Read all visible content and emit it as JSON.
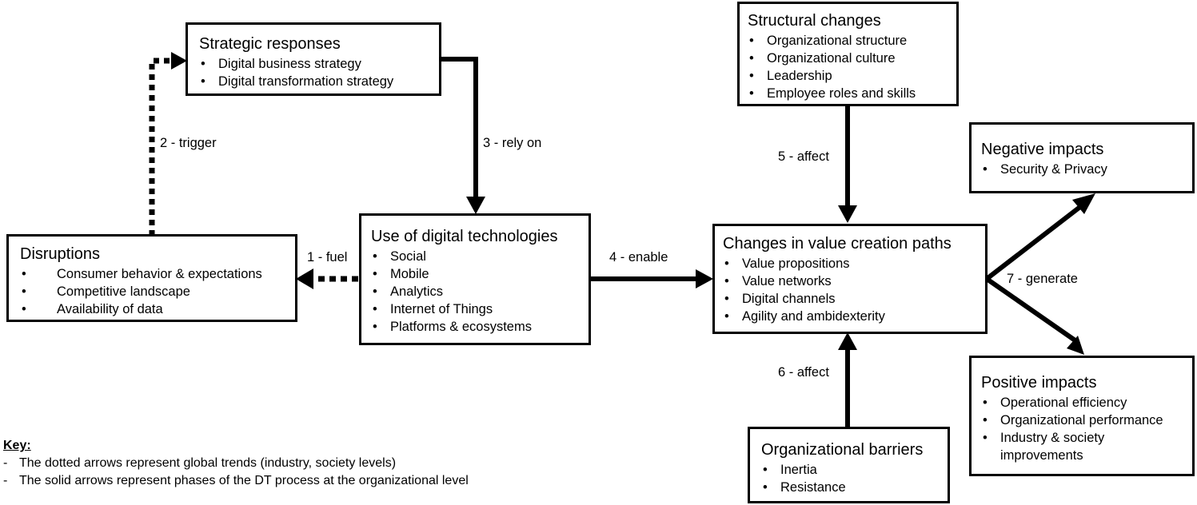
{
  "boxes": {
    "strategic": {
      "title": "Strategic responses",
      "items": [
        "Digital business strategy",
        "Digital transformation strategy"
      ]
    },
    "structural": {
      "title": "Structural changes",
      "items": [
        "Organizational structure",
        "Organizational culture",
        "Leadership",
        "Employee roles and skills"
      ]
    },
    "negative": {
      "title": "Negative impacts",
      "items": [
        "Security & Privacy"
      ]
    },
    "disruptions": {
      "title": "Disruptions",
      "items": [
        "Consumer behavior & expectations",
        "Competitive landscape",
        "Availability of data"
      ]
    },
    "technologies": {
      "title": "Use of digital technologies",
      "items": [
        "Social",
        "Mobile",
        "Analytics",
        "Internet of Things",
        "Platforms  & ecosystems"
      ]
    },
    "value": {
      "title": "Changes in value creation paths",
      "items": [
        "Value propositions",
        "Value networks",
        "Digital channels",
        "Agility and ambidexterity"
      ]
    },
    "positive": {
      "title": "Positive impacts",
      "items": [
        "Operational efficiency",
        "Organizational performance",
        "Industry & society improvements"
      ]
    },
    "barriers": {
      "title": "Organizational barriers",
      "items": [
        "Inertia",
        "Resistance"
      ]
    }
  },
  "edges": {
    "fuel": "1 - fuel",
    "trigger": "2 - trigger",
    "rely_on": "3 - rely on",
    "enable": "4 - enable",
    "affect5": "5 - affect",
    "affect6": "6 - affect",
    "generate": "7 - generate"
  },
  "key": {
    "title": "Key:",
    "items": [
      "The dotted arrows represent global trends (industry, society levels)",
      "The solid arrows represent phases of the DT process at the organizational level"
    ],
    "dash": "-"
  }
}
